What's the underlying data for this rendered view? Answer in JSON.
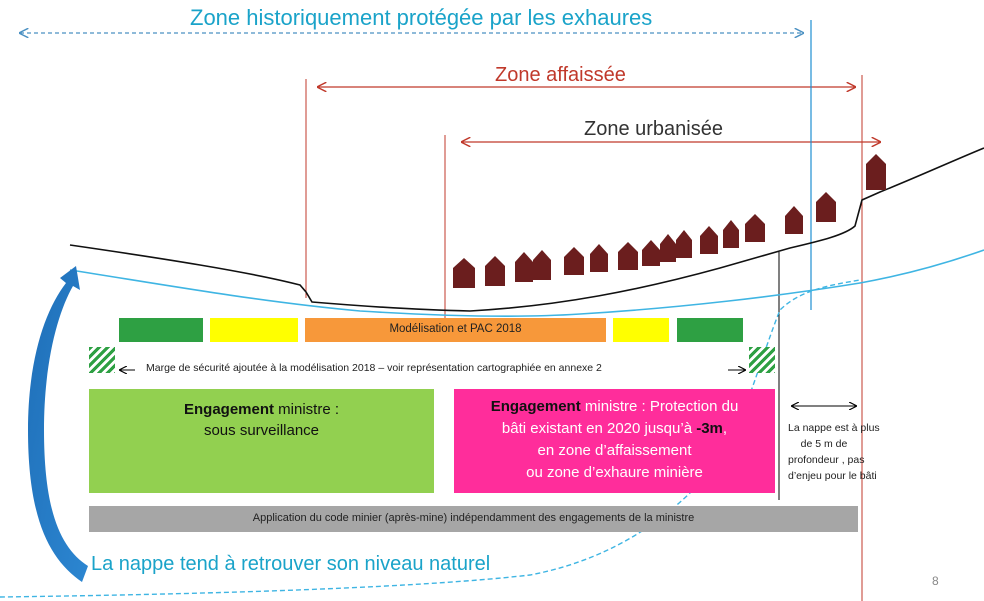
{
  "zones": {
    "historical": "Zone historiquement protégée par les exhaures",
    "subsided": "Zone affaissée",
    "urbanized": "Zone urbanisée"
  },
  "bars": {
    "modelisation_label": "Modélisation et PAC 2018",
    "margin_note": "Marge de sécurité ajoutée à la modélisation 2018 – voir représentation cartographiée en annexe  2",
    "code_minier": "Application du code minier (après-mine) indépendamment des engagements  de la ministre"
  },
  "engagement_surveillance": {
    "bold": "Engagement",
    "line1_rest": " ministre :",
    "line2": "sous surveillance"
  },
  "engagement_protection": {
    "bold": "Engagement",
    "line1_rest": " ministre : Protection du",
    "line2_pre": "bâti existant en 2020 jusqu’à ",
    "line2_bold": "-3m",
    "line2_post": ",",
    "line3": "en zone d’affaissement",
    "line4": "ou zone d’exhaure minière"
  },
  "depth_note": {
    "line1": "La nappe est à plus",
    "line2": "de 5 m de",
    "line3": "profondeur , pas",
    "line4": "d’enjeu pour le bâti"
  },
  "water_table_caption": "La nappe tend à retrouver son niveau naturel",
  "page_number": "8",
  "colors": {
    "cyan": "#1aa3c9",
    "red": "#c0392b",
    "green": "#2ea043",
    "yellow": "#ffff00",
    "orange": "#f7983a",
    "light_green": "#92d050",
    "magenta": "#ff2d9b",
    "grey": "#a6a6a6",
    "house": "#6b1e1e"
  }
}
